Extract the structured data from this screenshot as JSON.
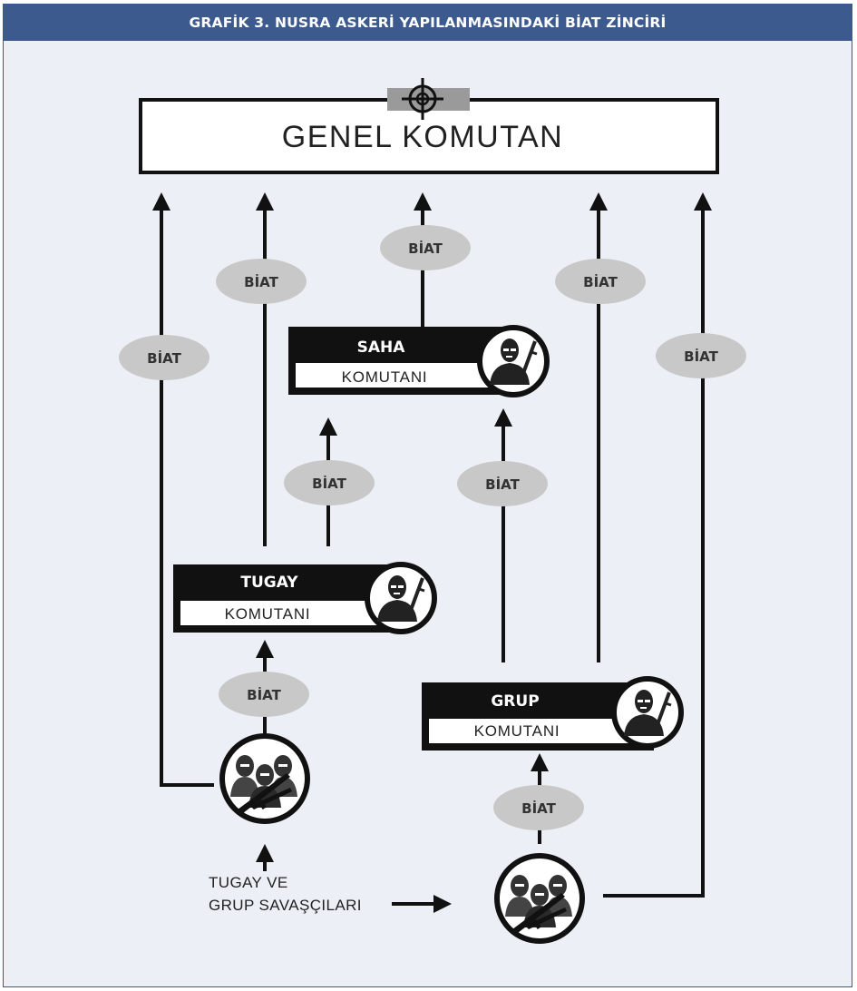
{
  "header": {
    "title": "GRAFİK 3. NUSRA ASKERİ YAPILANMASINDAKİ BİAT ZİNCİRİ"
  },
  "top_box": {
    "label": "GENEL KOMUTAN"
  },
  "boxes": {
    "saha": {
      "title": "SAHA",
      "subtitle": "KOMUTANI"
    },
    "tugay": {
      "title": "TUGAY",
      "subtitle": "KOMUTANI"
    },
    "grup": {
      "title": "GRUP",
      "subtitle": "KOMUTANI"
    }
  },
  "edge_label": "BİAT",
  "fighters_label": {
    "line1": "TUGAY VE",
    "line2": "GRUP SAVAŞÇILARI"
  },
  "icons": {
    "top": "crosshair-icon",
    "commander": "masked-commander-icon",
    "fighters": "fighters-group-icon"
  },
  "colors": {
    "header_bg": "#3d5a8f",
    "canvas_bg": "#eceff5",
    "ellipse": "#c8c8c8",
    "line": "#111111"
  }
}
